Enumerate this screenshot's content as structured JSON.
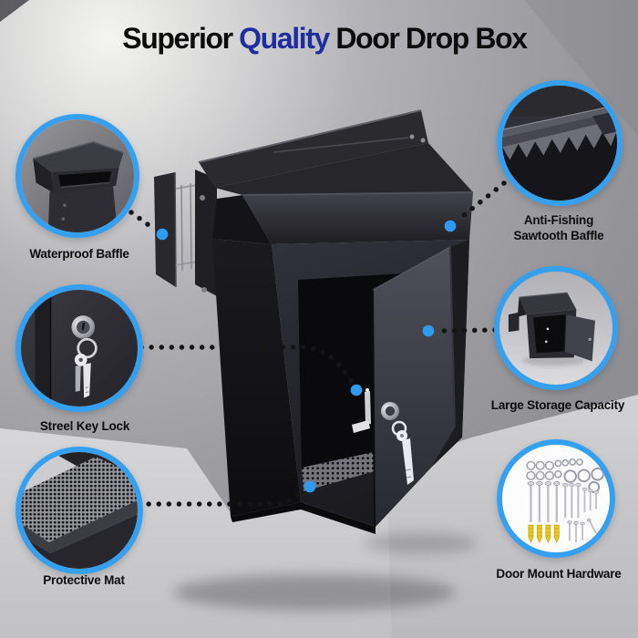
{
  "title": {
    "text_before": "Superior ",
    "highlight": "Quality",
    "text_after": " Door Drop Box"
  },
  "colors": {
    "accent_blue": "#36A0F0",
    "marker_blue": "#2F9BF0",
    "connector_dot_black": "#151515",
    "title_highlight_blue": "#202D9E",
    "label_text": "#0D0D0D",
    "anchor_yellow": "#EFC91C",
    "background_gray": "#A8A8AC"
  },
  "callouts": {
    "waterproof": {
      "label": "Waterproof Baffle",
      "image_alt": "hooded waterproof mail slot close-up"
    },
    "keylock": {
      "label": "Streel Key Lock",
      "image_alt": "keys hanging from steel cam lock"
    },
    "mat": {
      "label": "Protective Mat",
      "image_alt": "perforated protective mat close-up"
    },
    "sawtooth": {
      "label_line1": "Anti-Fishing",
      "label_line2": "Sawtooth Baffle",
      "image_alt": "sawtooth anti-fishing teeth close-up"
    },
    "storage": {
      "label": "Large Storage Capacity",
      "image_alt": "drop box with door open showing interior"
    },
    "hardware": {
      "label": "Door Mount Hardware",
      "image_alt": "mounting screws, washers and wall anchors"
    }
  }
}
